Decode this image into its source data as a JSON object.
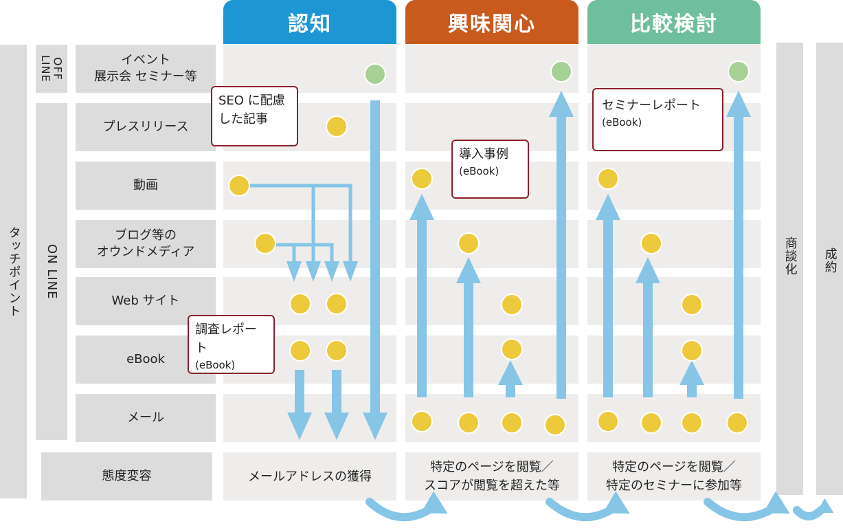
{
  "touchpoint_label": "タッチポイント",
  "offline_label": "OFF LINE",
  "online_label": "ON LINE",
  "stages": [
    {
      "name": "認知",
      "color": "#1e96d4"
    },
    {
      "name": "興味関心",
      "color": "#c85a1e"
    },
    {
      "name": "比較検討",
      "color": "#6fbf9f"
    }
  ],
  "rows": [
    {
      "line1": "イベント",
      "line2": "展示会 セミナー等"
    },
    {
      "line1": "プレスリリース",
      "line2": ""
    },
    {
      "line1": "動画",
      "line2": ""
    },
    {
      "line1": "ブログ等の",
      "line2": "オウンドメディア"
    },
    {
      "line1": "Web サイト",
      "line2": ""
    },
    {
      "line1": "eBook",
      "line2": ""
    },
    {
      "line1": "メール",
      "line2": ""
    }
  ],
  "attitude": {
    "label": "態度変容",
    "stage1": "メールアドレスの獲得",
    "stage2_line1": "特定のページを閲覧／",
    "stage2_line2": "スコアが閲覧を超えた等",
    "stage3_line1": "特定のページを閲覧／",
    "stage3_line2": "特定のセミナーに参加等"
  },
  "final_steps": [
    "商談化",
    "成約"
  ],
  "callouts": {
    "seo_line1": "SEO に配慮",
    "seo_line2": "した記事",
    "survey_line1": "調査レポート",
    "survey_line2": "(eBook)",
    "case_line1": "導入事例",
    "case_line2": "(eBook)",
    "seminar_line1": "セミナーレポート",
    "seminar_line2": "(eBook)"
  },
  "colors": {
    "arrow": "#86c5e6",
    "dot_yellow": "#ecca3c",
    "dot_green": "#a6d096",
    "callout_border": "#8c1f2b"
  }
}
